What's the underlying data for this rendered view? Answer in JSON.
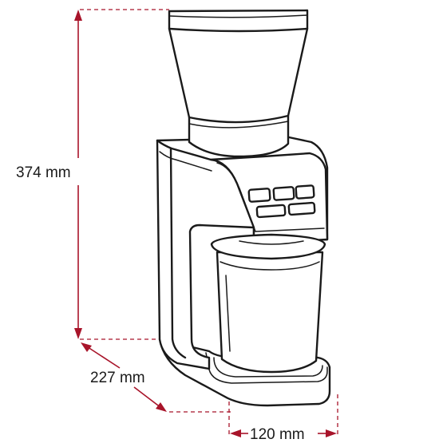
{
  "dimensions": {
    "height_label": "374 mm",
    "depth_label": "227 mm",
    "width_label": "120 mm"
  },
  "colors": {
    "dimension_line": "#a8142a",
    "outline": "#1a1a1a",
    "background": "#ffffff"
  },
  "icons": {
    "product": "coffee-grinder-drawing"
  }
}
